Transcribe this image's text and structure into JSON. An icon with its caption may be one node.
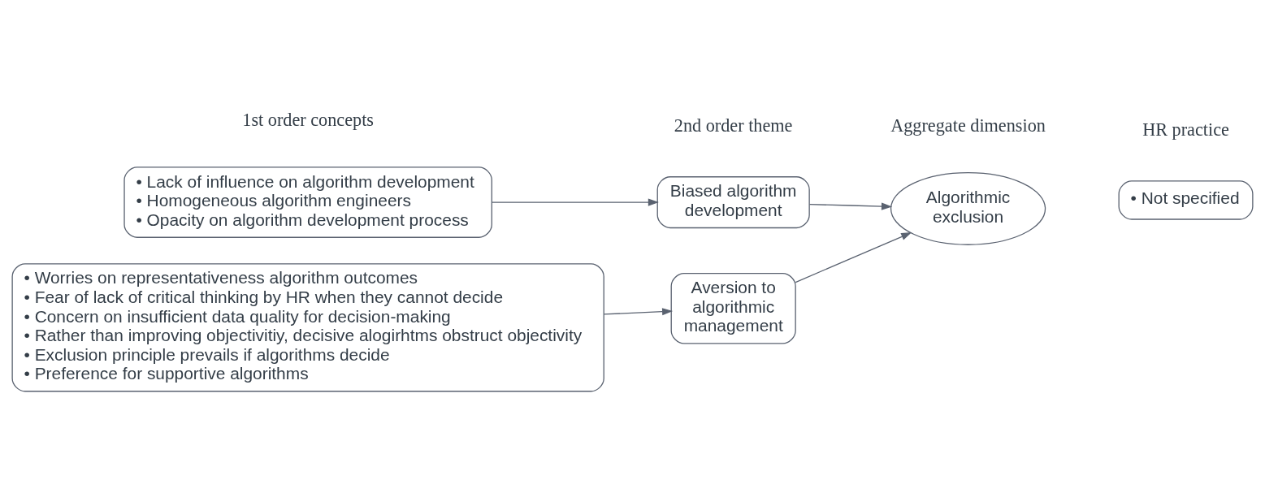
{
  "diagram": {
    "nodes": [
      {
        "text": [
          "• Lack of influence on algorithm development",
          "• Homogeneous algorithm engineers",
          "• Opacity on algorithm development process"
        ]
      },
      {
        "text": [
          "• Worries on representativeness algorithm outcomes",
          "• Fear of lack of critical thinking by HR when they cannot decide",
          "• Concern on insufficient data quality for decision-making",
          "• Rather than improving objectivitiy, decisive alogirhtms obstruct objectivity",
          "• Exclusion principle prevails if algorithms decide",
          "• Preference for supportive algorithms"
        ]
      },
      {
        "text": [
          "Biased algorithm development"
        ]
      },
      {
        "text": [
          "Aversion to algorithmic management"
        ]
      },
      {
        "text": [
          "Algorithmic exclusion"
        ]
      },
      {
        "text": [
          "• Not specified"
        ]
      }
    ],
    "edges": [
      {
        "from": 0,
        "to": 2,
        "arrow": "to"
      },
      {
        "from": 1,
        "to": 3,
        "arrow": "to"
      },
      {
        "from": 2,
        "to": 4,
        "arrow": "to"
      },
      {
        "from": 3,
        "to": 4,
        "arrow": "to"
      }
    ],
    "labels": [
      "1st order concepts",
      "2nd order theme",
      "Aggregate dimension",
      "HR practice"
    ]
  }
}
